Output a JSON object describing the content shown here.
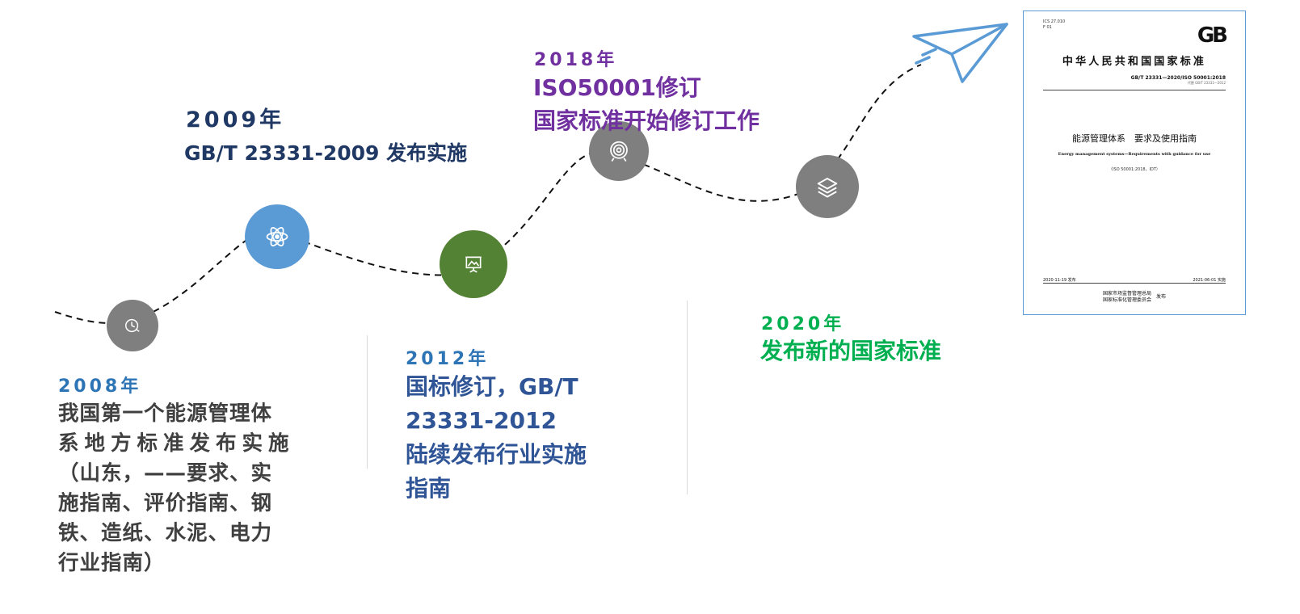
{
  "colors": {
    "dark_navy": "#1f3864",
    "mid_blue": "#2e75b6",
    "purple": "#7030a0",
    "green": "#00b050",
    "node_grey": "#7f7f7f",
    "node_blue": "#5b9bd5",
    "node_green": "#548235"
  },
  "milestones": [
    {
      "year": "2008年",
      "lines": [
        "我国第一个能源管理体",
        "系地方标准发布实施",
        "（山东，——要求、实",
        "施指南、评价指南、钢",
        "铁、造纸、水泥、电力",
        "行业指南）"
      ],
      "icon": "clock-icon"
    },
    {
      "year": "2009年",
      "lines": [
        "GB/T 23331-2009 发布实施"
      ],
      "icon": "atom-icon"
    },
    {
      "year": "2012年",
      "lines": [
        "国标修订，GB/T",
        "23331-2012",
        "陆续发布行业实施",
        "指南"
      ],
      "icon": "presentation-icon"
    },
    {
      "year": "2018年",
      "lines": [
        "ISO50001修订",
        "国家标准开始修订工作"
      ],
      "icon": "target-icon"
    },
    {
      "year": "2020年",
      "lines": [
        "发布新的国家标准"
      ],
      "icon": "layers-icon"
    }
  ],
  "document": {
    "ics": "ICS 27.010\nF 01",
    "logo": "GB",
    "title": "中华人民共和国国家标准",
    "code": "GB/T 23331—2020/ISO 50001:2018",
    "replaces": "代替 GB/T 23331—2012",
    "cn_name": "能源管理体系　要求及使用指南",
    "en_name": "Energy management systems—Requirements with guidance for use",
    "idt": "（ISO 50001:2018，IDT）",
    "issue_date": "2020-11-19 发布",
    "impl_date": "2021-06-01 实施",
    "publisher": "国家市场监督管理总局\n国家标准化管理委员会",
    "publish_word": "发布"
  }
}
